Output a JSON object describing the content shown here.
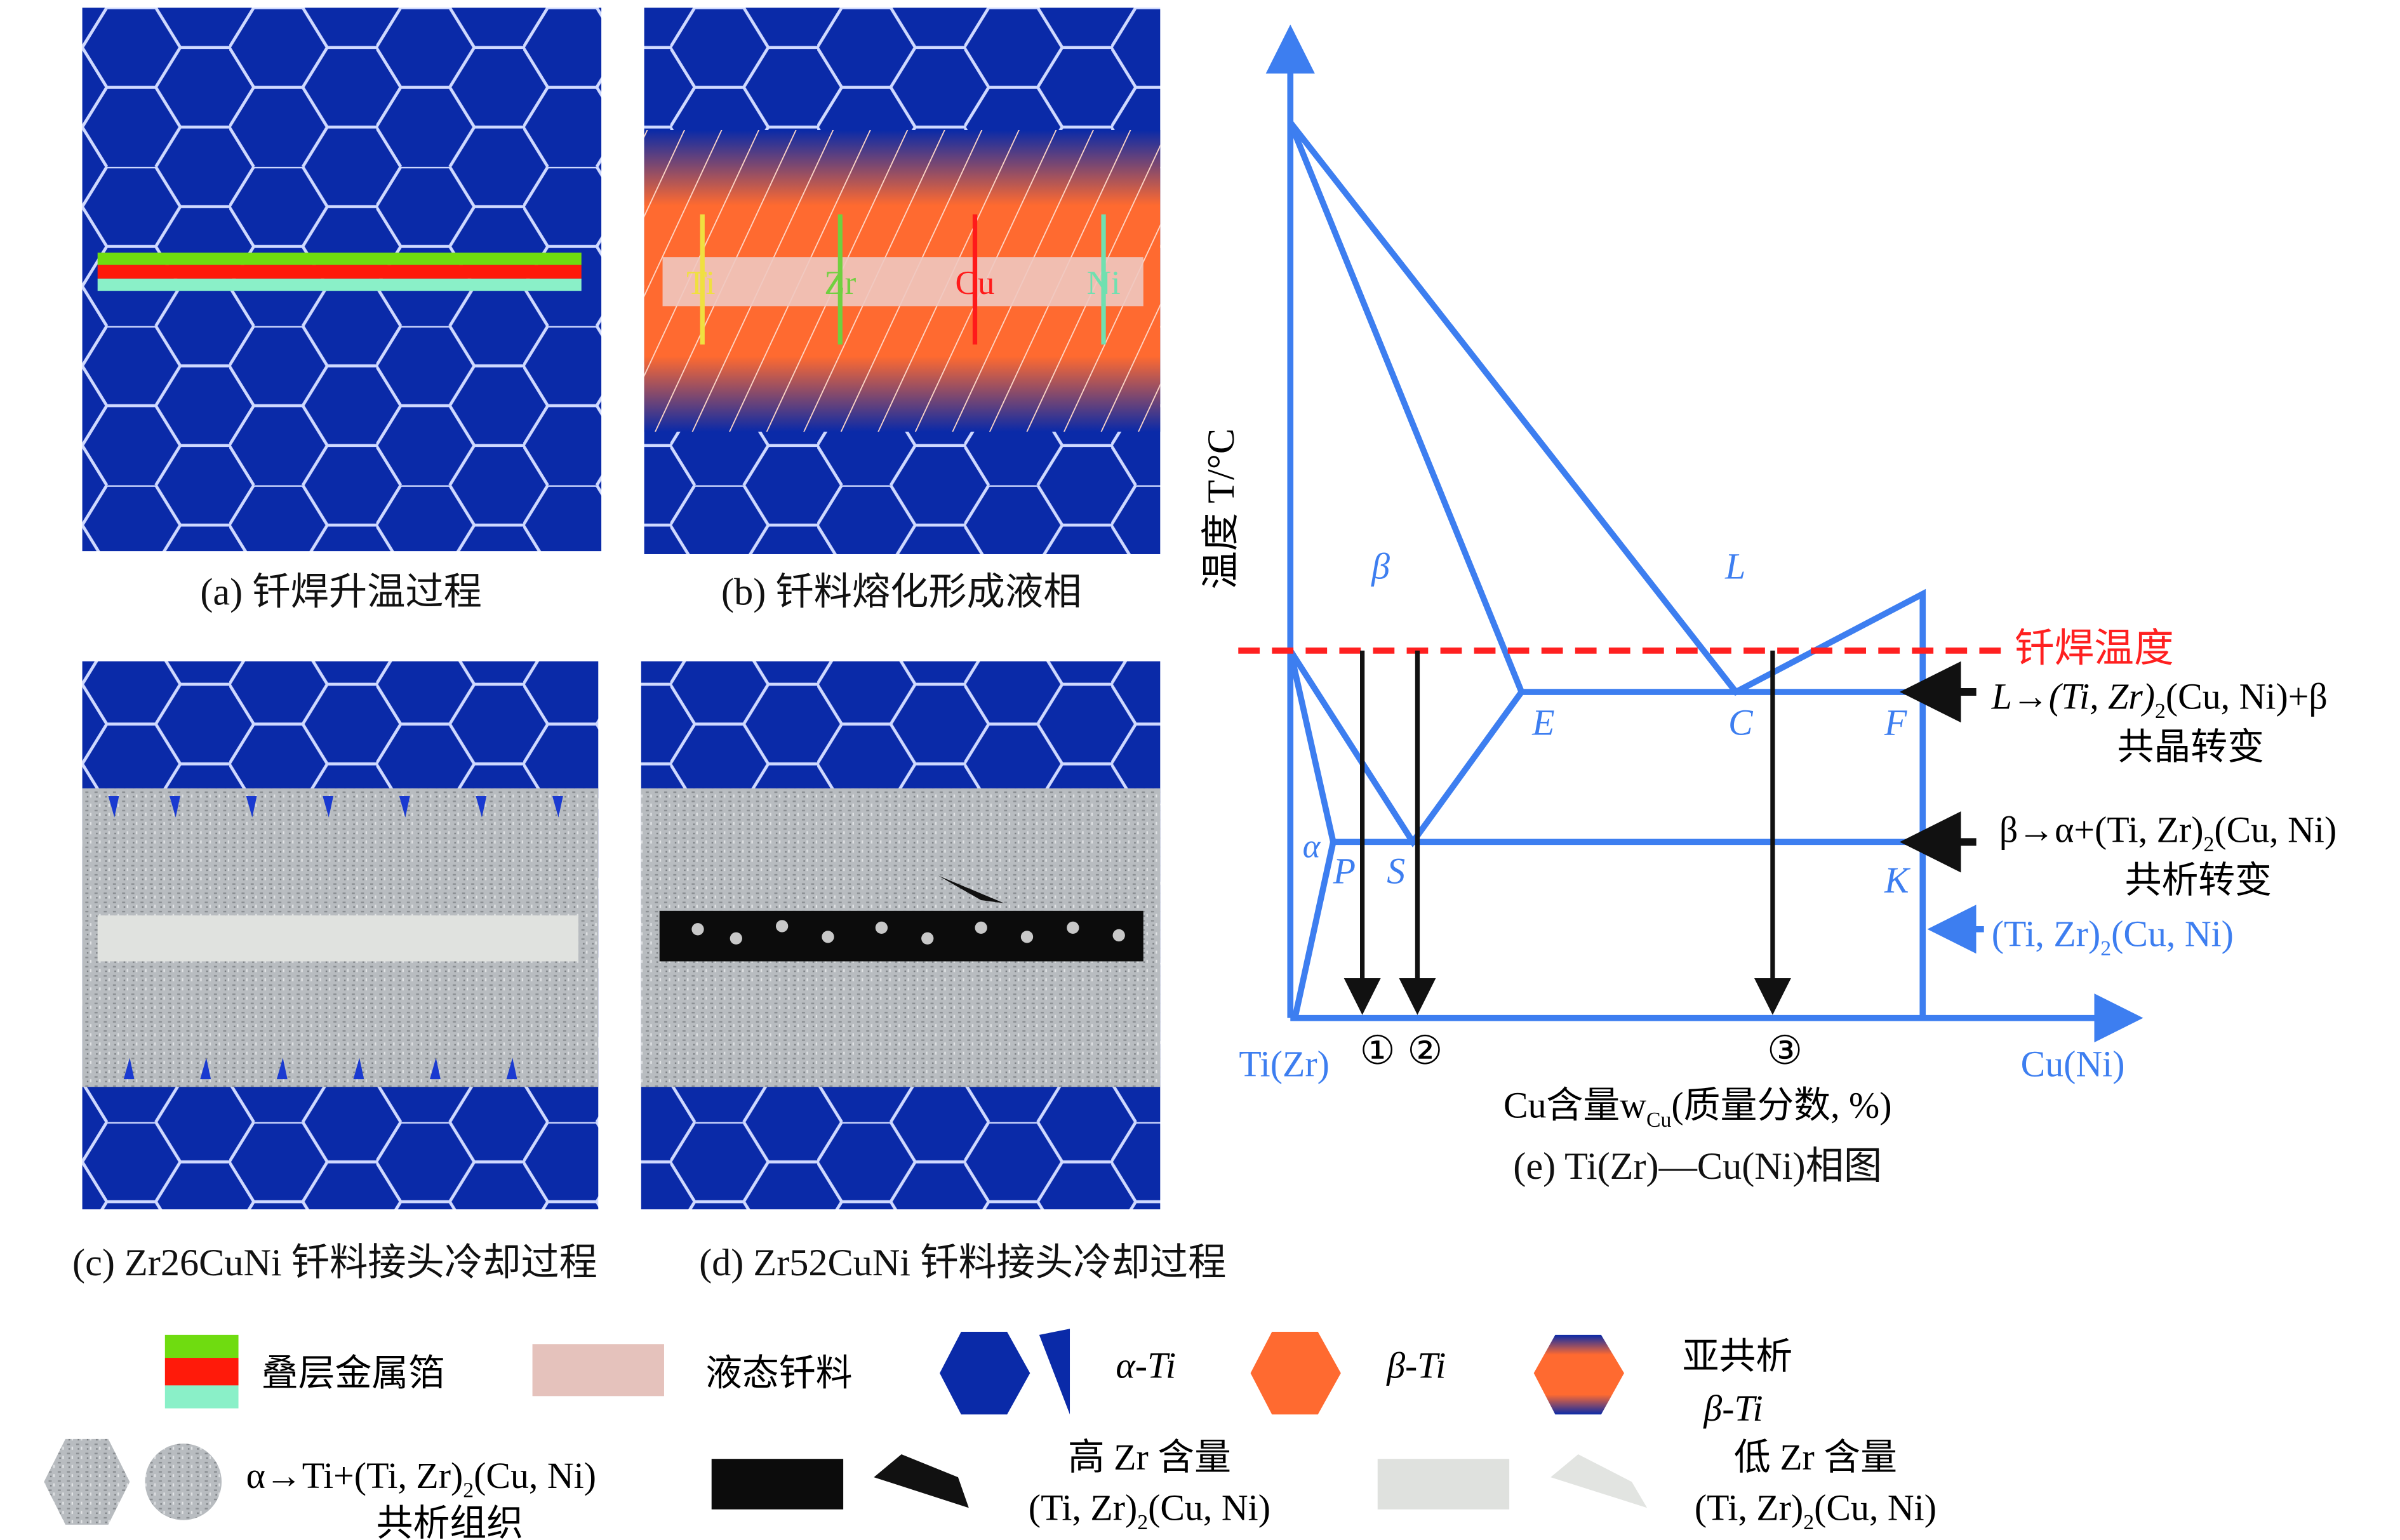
{
  "panels": {
    "a": {
      "caption": "(a) 钎焊升温过程"
    },
    "b": {
      "caption": "(b) 钎料熔化形成液相",
      "elements": [
        "Ti",
        "Zr",
        "Cu",
        "Ni"
      ]
    },
    "c": {
      "caption": "(c) Zr26CuNi 钎料接头冷却过程"
    },
    "d": {
      "caption": "(d) Zr52CuNi 钎料接头冷却过程"
    }
  },
  "phase_diagram": {
    "y_label": "温度 T/°C",
    "x_label": "Cu含量w",
    "x_label_sub": "Cu",
    "x_label_tail": "(质量分数, %)",
    "caption": "(e) Ti(Zr)—Cu(Ni)相图",
    "x_left": "Ti(Zr)",
    "x_right": "Cu(Ni)",
    "brazing_temp": "钎焊温度",
    "region_labels": [
      "β",
      "L",
      "α"
    ],
    "points": [
      "E",
      "C",
      "F",
      "P",
      "S",
      "K"
    ],
    "compositions": [
      "①",
      "②",
      "③"
    ],
    "eutectic": {
      "reaction_a": "L→(Ti, Zr)",
      "reaction_sub": "2",
      "reaction_b": "(Cu, Ni)+β",
      "name": "共晶转变"
    },
    "eutectoid": {
      "reaction_a": "β→α+(Ti, Zr)",
      "reaction_sub": "2",
      "reaction_b": "(Cu, Ni)",
      "name": "共析转变"
    },
    "compound": {
      "a": "(Ti, Zr)",
      "sub": "2",
      "b": "(Cu, Ni)"
    }
  },
  "legend": {
    "foil": "叠层金属箔",
    "liquid": "液态钎料",
    "alpha": "α-Ti",
    "beta": "β-Ti",
    "hypo_1": "亚共析",
    "hypo_2": "β-Ti",
    "eutectoid_1": "α→Ti+(Ti, Zr)",
    "eutectoid_sub": "2",
    "eutectoid_2": "(Cu, Ni)",
    "eutectoid_3": "共析组织",
    "high_zr_1": "高 Zr 含量",
    "high_zr_2a": "(Ti, Zr)",
    "high_zr_sub": "2",
    "high_zr_2b": "(Cu, Ni)",
    "low_zr_1": "低 Zr 含量",
    "low_zr_2a": "(Ti, Zr)",
    "low_zr_sub": "2",
    "low_zr_2b": "(Cu, Ni)"
  },
  "colors": {
    "alpha": "#0a2aa8",
    "beta": "#ff6a30",
    "diagram": "#3d7ef0",
    "brazing": "#ff2020"
  }
}
